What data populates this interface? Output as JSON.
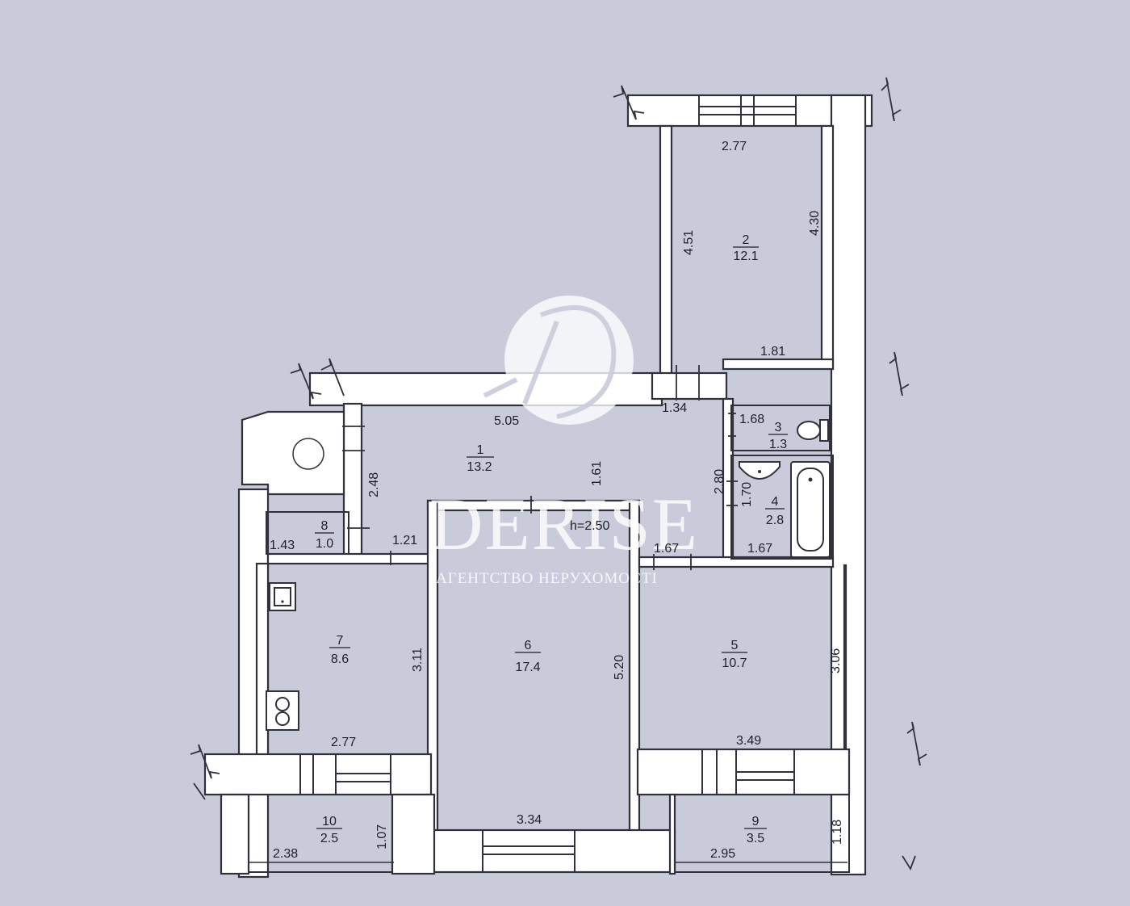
{
  "rooms": [
    {
      "id": "1",
      "number": "1",
      "area": "13.2"
    },
    {
      "id": "2",
      "number": "2",
      "area": "12.1"
    },
    {
      "id": "3",
      "number": "3",
      "area": "1.3"
    },
    {
      "id": "4",
      "number": "4",
      "area": "2.8"
    },
    {
      "id": "5",
      "number": "5",
      "area": "10.7"
    },
    {
      "id": "6",
      "number": "6",
      "area": "17.4"
    },
    {
      "id": "7",
      "number": "7",
      "area": "8.6"
    },
    {
      "id": "8",
      "number": "8",
      "area": "1.0"
    },
    {
      "id": "9",
      "number": "9",
      "area": "3.5"
    },
    {
      "id": "10",
      "number": "10",
      "area": "2.5"
    }
  ],
  "dimensions": {
    "r2_top": "2.77",
    "r2_left": "4.51",
    "r2_right": "4.30",
    "r2_bottom": "1.81",
    "corridor_top": "5.05",
    "corridor_mid": "1.61",
    "corridor_left": "2.48",
    "corridor_right": "2.80",
    "door_134": "1.34",
    "r3_width": "1.68",
    "r4_height": "1.70",
    "r4_width": "1.67",
    "corridor_br": "1.67",
    "r8_width": "1.43",
    "corridor_bl": "1.21",
    "ceiling": "h=2.50",
    "r7_right": "3.11",
    "r7_bottom": "2.77",
    "r6_right": "5.20",
    "r6_bottom": "3.34",
    "r5_right": "3.06",
    "r5_bottom": "3.49",
    "r10_width": "2.38",
    "r10_height": "1.07",
    "r9_width": "2.95",
    "r9_height": "1.18"
  },
  "watermark": {
    "brand": "DERISE",
    "tagline": "АГЕНТСТВО НЕРУХОМОСТІ",
    "monogram": "D"
  },
  "icons": [
    "toilet-icon",
    "sink-icon",
    "bathtub-icon",
    "kitchen-sink-icon",
    "stove-icon",
    "vent-icon"
  ]
}
